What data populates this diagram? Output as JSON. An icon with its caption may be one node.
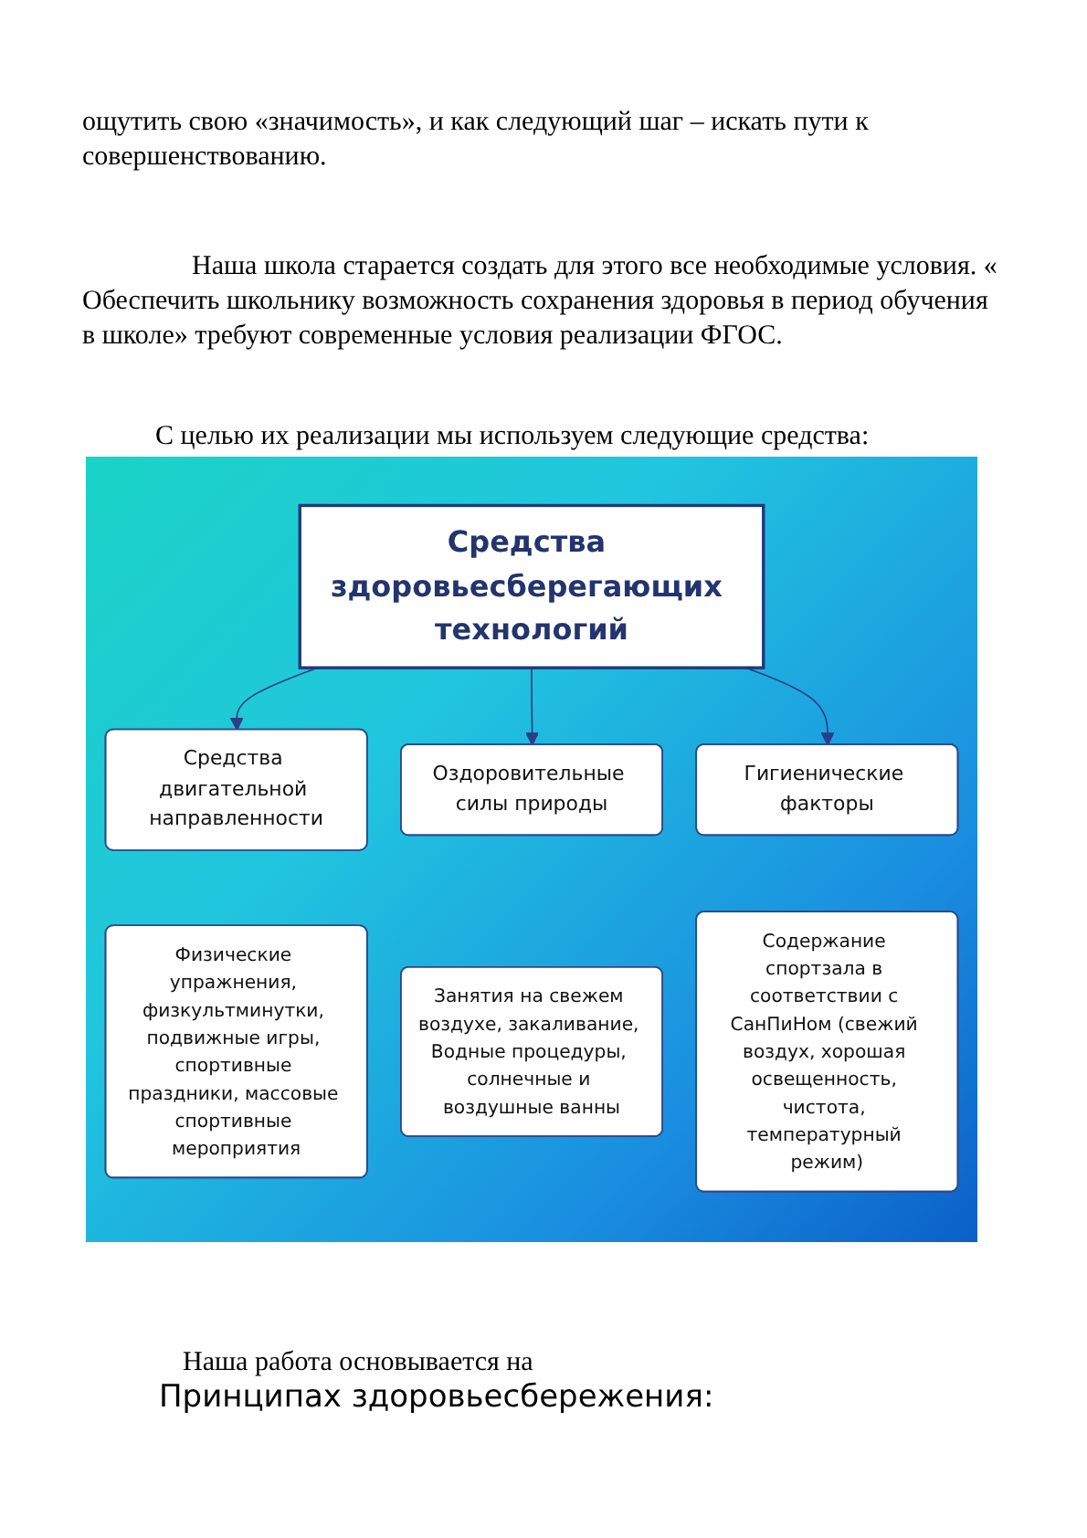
{
  "diagram": {
    "nodes": [
      {
        "text": [
          "Средства здоровьесберегающих технологий"
        ]
      },
      {
        "text": [
          "Средства двигательной направленности"
        ]
      },
      {
        "text": [
          "Оздоровительные силы природы"
        ]
      },
      {
        "text": [
          "Гигиенические факторы"
        ]
      },
      {
        "text": [
          "Физические упражнения, физкультминутки, подвижные игры, спортивные праздники, массовые спортивные мероприятия"
        ]
      },
      {
        "text": [
          "Занятия на свежем воздухе, закаливание, Водные процедуры, солнечные и воздушные ванны"
        ]
      },
      {
        "text": [
          "Содержание спортзала в соответствии с СанПиНом (свежий воздух, хорошая освещенность, чистота, температурный режим)"
        ]
      }
    ],
    "edges": [
      {
        "from": 0,
        "to": 1,
        "arrow": "to"
      },
      {
        "from": 0,
        "to": 2,
        "arrow": "to"
      },
      {
        "from": 0,
        "to": 3,
        "arrow": "to"
      }
    ],
    "labels": [
      "ощутить свою «значимость», и как следующий шаг – искать пути к совершенствованию.",
      "Наша школа старается создать для этого все необходимые условия. « Обеспечить школьнику возможность сохранения здоровья в период обучения в школе» требуют современные условия реализации ФГОС.",
      "С целью их реализации мы используем следующие средства:",
      "Наша работа основывается на",
      "Принципах здоровьесбережения:"
    ]
  }
}
